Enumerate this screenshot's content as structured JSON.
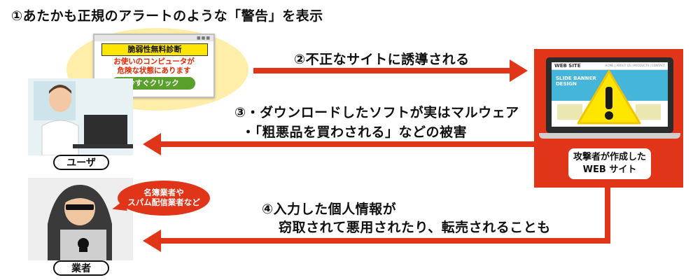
{
  "title": "①あたかも正規のアラートのような「警告」を表示",
  "alert": {
    "heading": "脆弱性無料診断",
    "message_line1": "お使いのコンピュータが",
    "message_line2": "危険な状態にあります",
    "button": "今すぐクリック"
  },
  "steps": {
    "step2": "②不正なサイトに誘導される",
    "step3_line1": "③・ダウンロードしたソフトが実はマルウェア",
    "step3_line2": "・「粗悪品を買わされる」などの被害",
    "step4_line1": "④入力した個人情報が",
    "step4_line2": "窃取されて悪用されたり、転売されることも"
  },
  "website": {
    "logo": "WEB SITE",
    "nav": "HOME | ABOUT US | PRODUCTS | CONTACT",
    "banner_line1": "SLIDE BANNER",
    "banner_line2": "DESIGN",
    "label_line1": "攻撃者が作成した",
    "label_line2": "WEB サイト"
  },
  "user": {
    "label": "ユーザ"
  },
  "vendor": {
    "label": "業者",
    "speech_line1": "名簿業者や",
    "speech_line2": "スパム配信業者など"
  },
  "colors": {
    "red": "#e03519",
    "bubble": "#ffeeaa",
    "warning_yellow": "#ffe600",
    "button_green": "#5aa02c"
  }
}
